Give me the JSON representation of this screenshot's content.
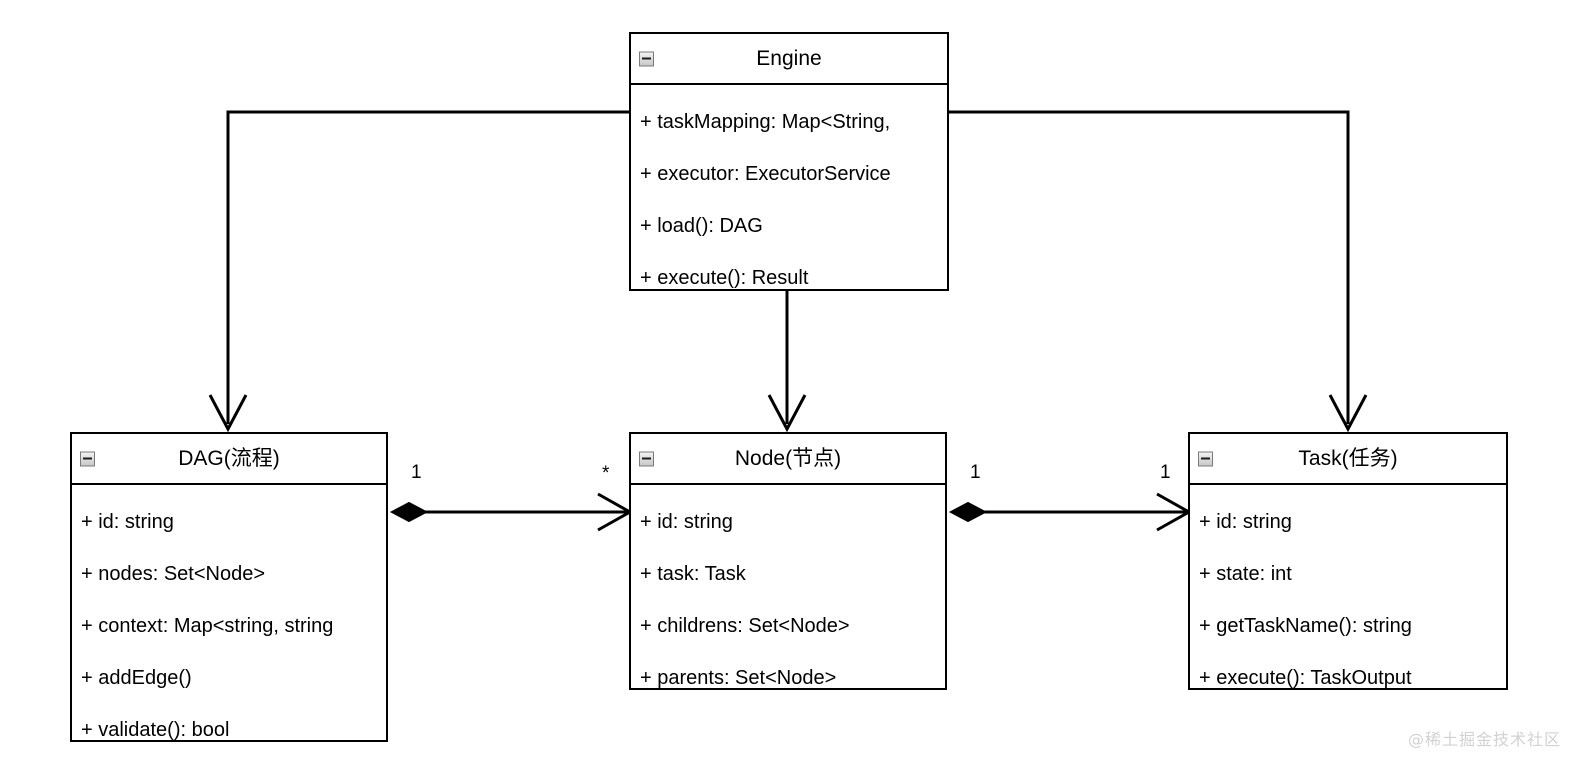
{
  "diagram": {
    "title": "UML Class Diagram",
    "background_color": "#ffffff",
    "line_color": "#000000"
  },
  "classes": {
    "engine": {
      "name": "Engine",
      "collapse_icon": "minus-icon",
      "members": [
        "+ taskMapping: Map<String,",
        "+ executor: ExecutorService",
        "+ load(): DAG",
        "+ execute(): Result"
      ]
    },
    "dag": {
      "name": "DAG(流程)",
      "collapse_icon": "minus-icon",
      "members": [
        "+ id: string",
        "+ nodes: Set<Node>",
        "+ context: Map<string, string",
        "+ addEdge()",
        "+ validate(): bool"
      ]
    },
    "node": {
      "name": "Node(节点)",
      "collapse_icon": "minus-icon",
      "members": [
        "+ id: string",
        "+ task: Task",
        "+ childrens: Set<Node>",
        "+ parents: Set<Node>"
      ]
    },
    "task": {
      "name": "Task(任务)",
      "collapse_icon": "minus-icon",
      "members": [
        "+ id: string",
        "+ state: int",
        "+ getTaskName(): string",
        "+ execute(): TaskOutput"
      ]
    }
  },
  "multiplicities": {
    "dag_to_node_source": "1",
    "dag_to_node_target": "*",
    "node_to_task_source": "1",
    "node_to_task_target": "1"
  },
  "watermark": {
    "text": "@稀土掘金技术社区"
  }
}
